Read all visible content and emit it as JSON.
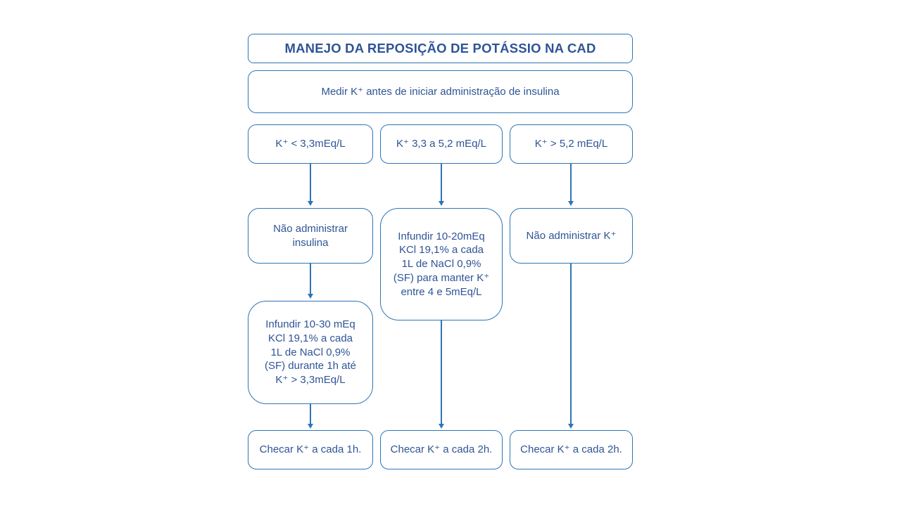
{
  "colors": {
    "line": "#2E75B6",
    "text": "#2F5496",
    "bg": "#FFFFFF"
  },
  "flowchart": {
    "title": "MANEJO DA REPOSIÇÃO DE POTÁSSIO NA CAD",
    "measure_step": "Medir K⁺ antes de iniciar administração de insulina",
    "branch_low": {
      "condition": "K⁺ < 3,3mEq/L",
      "step1": "Não administrar\ninsulina",
      "step2": "Infundir 10-30 mEq\nKCl 19,1% a cada\n1L de NaCl 0,9%\n(SF) durante 1h até\nK⁺ > 3,3mEq/L",
      "check": "Checar K⁺ a cada 1h."
    },
    "branch_mid": {
      "condition": "K⁺ 3,3 a 5,2 mEq/L",
      "step1": "Infundir 10-20mEq\nKCl 19,1% a cada\n1L de NaCl 0,9%\n(SF) para manter K⁺\nentre 4 e 5mEq/L",
      "check": "Checar K⁺ a cada 2h."
    },
    "branch_high": {
      "condition": "K⁺ > 5,2 mEq/L",
      "step1": "Não administrar K⁺",
      "check": "Checar K⁺ a cada 2h."
    }
  }
}
